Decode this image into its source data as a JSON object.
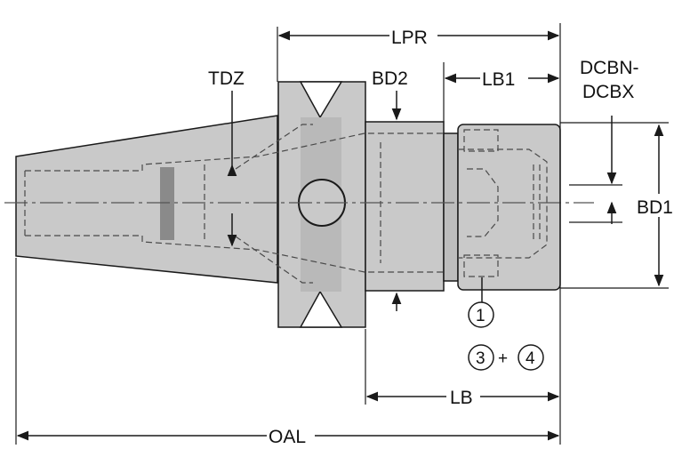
{
  "diagram": {
    "labels": {
      "lpr": "LPR",
      "tdz": "TDZ",
      "bd2": "BD2",
      "lb1": "LB1",
      "dcbn": "DCBN-",
      "dcbx": "DCBX",
      "bd1": "BD1",
      "lb": "LB",
      "oal": "OAL"
    },
    "callouts": {
      "c1": "1",
      "c3": "3",
      "plus": "+",
      "c4": "4"
    },
    "colors": {
      "body": "#c9c9c9",
      "body_dark": "#a9a9a9",
      "line": "#1a1a1a",
      "hidden": "#4a4a4a",
      "accent_grey": "#8a8a8a"
    }
  }
}
